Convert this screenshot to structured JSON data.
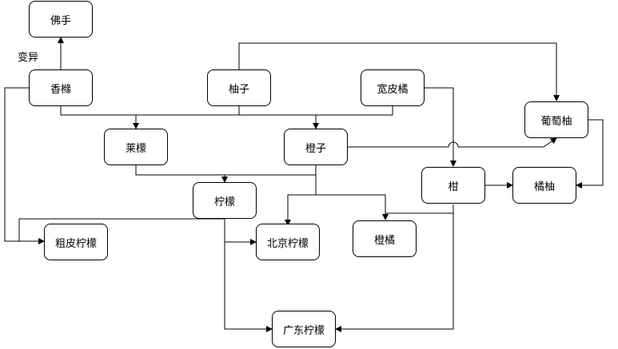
{
  "nodes": {
    "foshou": "佛手",
    "xiangyuan": "香橼",
    "youzi": "柚子",
    "kuanpiju": "宽皮橘",
    "putaoyou": "葡萄柚",
    "lime": "莱檬",
    "chengzi": "橙子",
    "gan": "柑",
    "juyou": "橘柚",
    "ningmeng": "柠檬",
    "cupiningmeng": "粗皮柠檬",
    "beijingningmeng": "北京柠檬",
    "chengju": "橙橘",
    "guangdongningmeng": "广东柠檬"
  },
  "edge_labels": {
    "mutation": "变异"
  }
}
